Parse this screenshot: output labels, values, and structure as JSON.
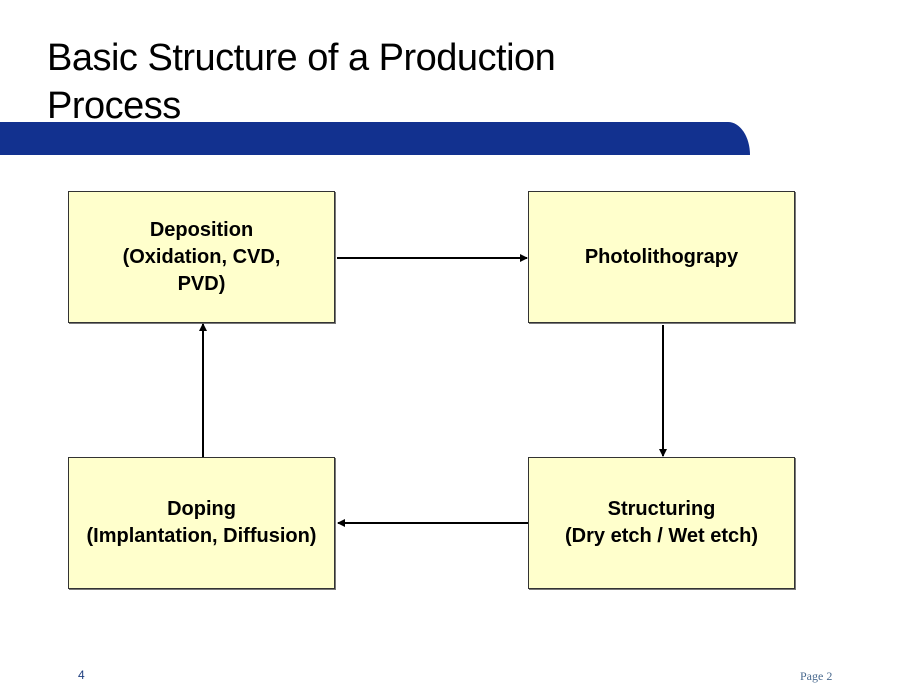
{
  "slide": {
    "title_line1": "Basic Structure of a Production",
    "title_line2": "Process",
    "slide_number": "4",
    "page_label": "Page 2",
    "colors": {
      "banner": "#12318f",
      "box_fill": "#ffffcc",
      "box_border": "#333333",
      "arrow": "#000000"
    }
  },
  "diagram": {
    "nodes": [
      {
        "id": "deposition",
        "lines": [
          "Deposition",
          "(Oxidation, CVD,",
          "PVD)"
        ]
      },
      {
        "id": "photolithography",
        "lines": [
          "Photolithograpy"
        ]
      },
      {
        "id": "structuring",
        "lines": [
          "Structuring",
          "(Dry etch / Wet etch)"
        ]
      },
      {
        "id": "doping",
        "lines": [
          "Doping",
          "(Implantation, Diffusion)"
        ]
      }
    ],
    "edges": [
      {
        "from": "deposition",
        "to": "photolithography"
      },
      {
        "from": "photolithography",
        "to": "structuring"
      },
      {
        "from": "structuring",
        "to": "doping"
      },
      {
        "from": "doping",
        "to": "deposition"
      }
    ]
  }
}
